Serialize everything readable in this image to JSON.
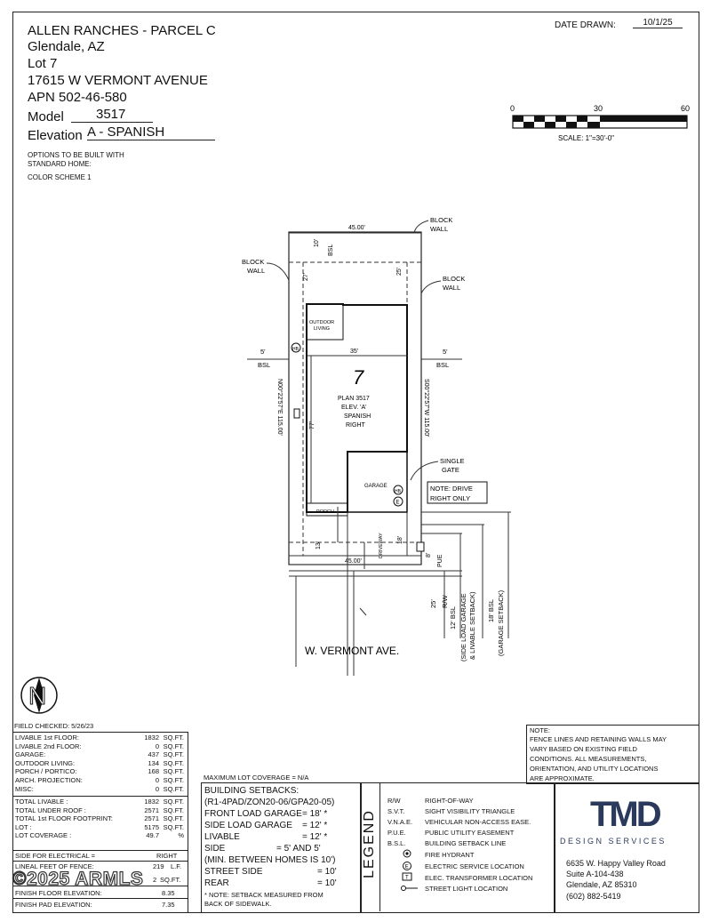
{
  "header": {
    "subdivision": "ALLEN RANCHES - PARCEL C",
    "city": "Glendale, AZ",
    "lot": "Lot 7",
    "address": "17615 W VERMONT AVENUE",
    "apn": "APN 502-46-580",
    "model_label": "Model",
    "model_value": "3517",
    "elevation_label": "Elevation",
    "elevation_value": "A - SPANISH",
    "options_line1": "OPTIONS TO BE BUILT WITH",
    "options_line2": "STANDARD HOME:",
    "color_scheme": "COLOR SCHEME 1"
  },
  "date_drawn": {
    "label": "DATE DRAWN:",
    "value": "10/1/25"
  },
  "scale": {
    "ticks": [
      "0",
      "30",
      "60"
    ],
    "label": "SCALE: 1\"=30'-0\""
  },
  "plot": {
    "top_width": "45.00'",
    "bottom_width": "45.00'",
    "rear_bsl": "10'",
    "rear_bsl_tag": "BSL",
    "dim_27": "27'",
    "dim_25": "25'",
    "block_wall_left": [
      "BLOCK",
      "WALL"
    ],
    "block_wall_top": [
      "BLOCK",
      "WALL"
    ],
    "block_wall_right": [
      "BLOCK",
      "WALL"
    ],
    "outdoor_living": [
      "OUTDOOR",
      "LIVING"
    ],
    "house_width": "35'",
    "left_setback": "5'",
    "left_setback_tag": "BSL",
    "right_setback": "5'",
    "right_setback_tag": "BSL",
    "lot_number": "7",
    "plan_lines": [
      "PLAN 3517",
      "ELEV. 'A'",
      "SPANISH",
      "RIGHT"
    ],
    "left_bearing": "N00°22'57\"E 115.00'",
    "right_bearing": "S00°22'57\"W 115.00'",
    "depth_77": "77'",
    "garage": "GARAGE",
    "porch": "PORCH",
    "driveway": "DRIVEWAY",
    "dim_13": "13'",
    "dim_18": "18'",
    "dim_8": "8'",
    "pue": "PUE",
    "single_gate": [
      "SINGLE",
      "GATE"
    ],
    "note_drive": [
      "NOTE: DRIVE",
      "RIGHT ONLY"
    ],
    "row_25": "25'",
    "row_rw": "R/W",
    "bsl_12": [
      "12' BSL",
      "(SIDE LOAD GARAGE",
      "& LIVABLE SETBACK)"
    ],
    "bsl_18": [
      "18' BSL",
      "(GARAGE SETBACK)"
    ],
    "street": "W. VERMONT AVE."
  },
  "north_arrow": {
    "letter": "N"
  },
  "field_checked": "FIELD CHECKED: 5/26/23",
  "area_table": {
    "rows": [
      {
        "label": "LIVABLE 1st FLOOR:",
        "value": "1832",
        "unit": "SQ.FT."
      },
      {
        "label": "LIVABLE 2nd FLOOR:",
        "value": "0",
        "unit": "SQ.FT."
      },
      {
        "label": "GARAGE:",
        "value": "437",
        "unit": "SQ.FT."
      },
      {
        "label": "OUTDOOR LIVING:",
        "value": "134",
        "unit": "SQ.FT."
      },
      {
        "label": "PORCH / PORTICO:",
        "value": "168",
        "unit": "SQ.FT."
      },
      {
        "label": "ARCH. PROJECTION:",
        "value": "0",
        "unit": "SQ.FT."
      },
      {
        "label": "MISC:",
        "value": "0",
        "unit": "SQ.FT."
      }
    ],
    "totals": [
      {
        "label": "TOTAL LIVABLE :",
        "value": "1832",
        "unit": "SQ.FT."
      },
      {
        "label": "TOTAL UNDER ROOF :",
        "value": "2571",
        "unit": "SQ.FT."
      },
      {
        "label": "TOTAL 1st FLOOR FOOTPRINT:",
        "value": "2571",
        "unit": "SQ.FT."
      },
      {
        "label": "LOT :",
        "value": "5175",
        "unit": "SQ.FT."
      },
      {
        "label": "LOT COVERAGE :",
        "value": "49.7",
        "unit": "%"
      }
    ],
    "electrical_label": "SIDE FOR ELECTRICAL =",
    "electrical_value": "RIGHT",
    "fence_label": "LINEAL FEET OF FENCE:",
    "fence_value": "219",
    "fence_unit": "L.F.",
    "hidden_row_value": "2",
    "hidden_row_unit": "SQ.FT.",
    "floor_elev_label": "FINISH FLOOR ELEVATION:",
    "floor_elev_value": "8.35",
    "pad_elev_label": "FINISH PAD ELEVATION:",
    "pad_elev_value": "7.35"
  },
  "watermark": "©2025 ARMLS",
  "setbacks": {
    "max_coverage": "MAXIMUM LOT COVERAGE = N/A",
    "title": "BUILDING SETBACKS:",
    "zoning": "(R1-4PAD/ZON20-06/GPA20-05)",
    "lines": [
      {
        "label": "FRONT LOAD GARAGE",
        "value": "= 18' *"
      },
      {
        "label": "SIDE LOAD GARAGE",
        "value": "= 12' *"
      },
      {
        "label": "LIVABLE",
        "value": "= 12' *"
      },
      {
        "label": "SIDE",
        "value": "= 5' AND 5'"
      },
      {
        "label": "(MIN. BETWEEN HOMES IS 10')",
        "value": ""
      },
      {
        "label": "STREET SIDE",
        "value": "= 10'"
      },
      {
        "label": "REAR",
        "value": "= 10'"
      }
    ],
    "note1": "* NOTE: SETBACK MEASURED FROM",
    "note2": "BACK OF SIDEWALK."
  },
  "legend": {
    "title": "LEGEND",
    "items": [
      {
        "abbr": "R/W",
        "desc": "RIGHT-OF-WAY"
      },
      {
        "abbr": "S.V.T.",
        "desc": "SIGHT VISIBILITY TRIANGLE"
      },
      {
        "abbr": "V.N.A.E.",
        "desc": "VEHICULAR NON-ACCESS EASE."
      },
      {
        "abbr": "P.U.E.",
        "desc": "PUBLIC UTILITY EASEMENT"
      },
      {
        "abbr": "B.S.L.",
        "desc": "BUILDING SETBACK LINE"
      },
      {
        "abbr": "",
        "desc": "FIRE HYDRANT"
      },
      {
        "abbr": "",
        "desc": "ELECTRIC SERVICE LOCATION"
      },
      {
        "abbr": "",
        "desc": "ELEC. TRANSFORMER LOCATION"
      },
      {
        "abbr": "",
        "desc": "STREET LIGHT LOCATION"
      }
    ]
  },
  "note_box": {
    "title": "NOTE:",
    "lines": [
      "FENCE LINES AND RETAINING WALLS MAY",
      "VARY BASED ON EXISTING FIELD",
      "CONDITIONS. ALL MEASUREMENTS,",
      "ORIENTATION, AND UTILITY LOCATIONS",
      "ARE APPROXIMATE."
    ]
  },
  "company": {
    "logo": "TMD",
    "tagline": "DESIGN SERVICES",
    "address1": "6635 W. Happy Valley Road",
    "address2": "Suite A-104-438",
    "address3": "Glendale, AZ 85310",
    "phone": "(602) 882-5419"
  },
  "icons": [
    "north-arrow-icon",
    "fire-hydrant-icon",
    "electric-service-icon",
    "transformer-icon",
    "street-light-icon",
    "meter-hb-icon"
  ]
}
